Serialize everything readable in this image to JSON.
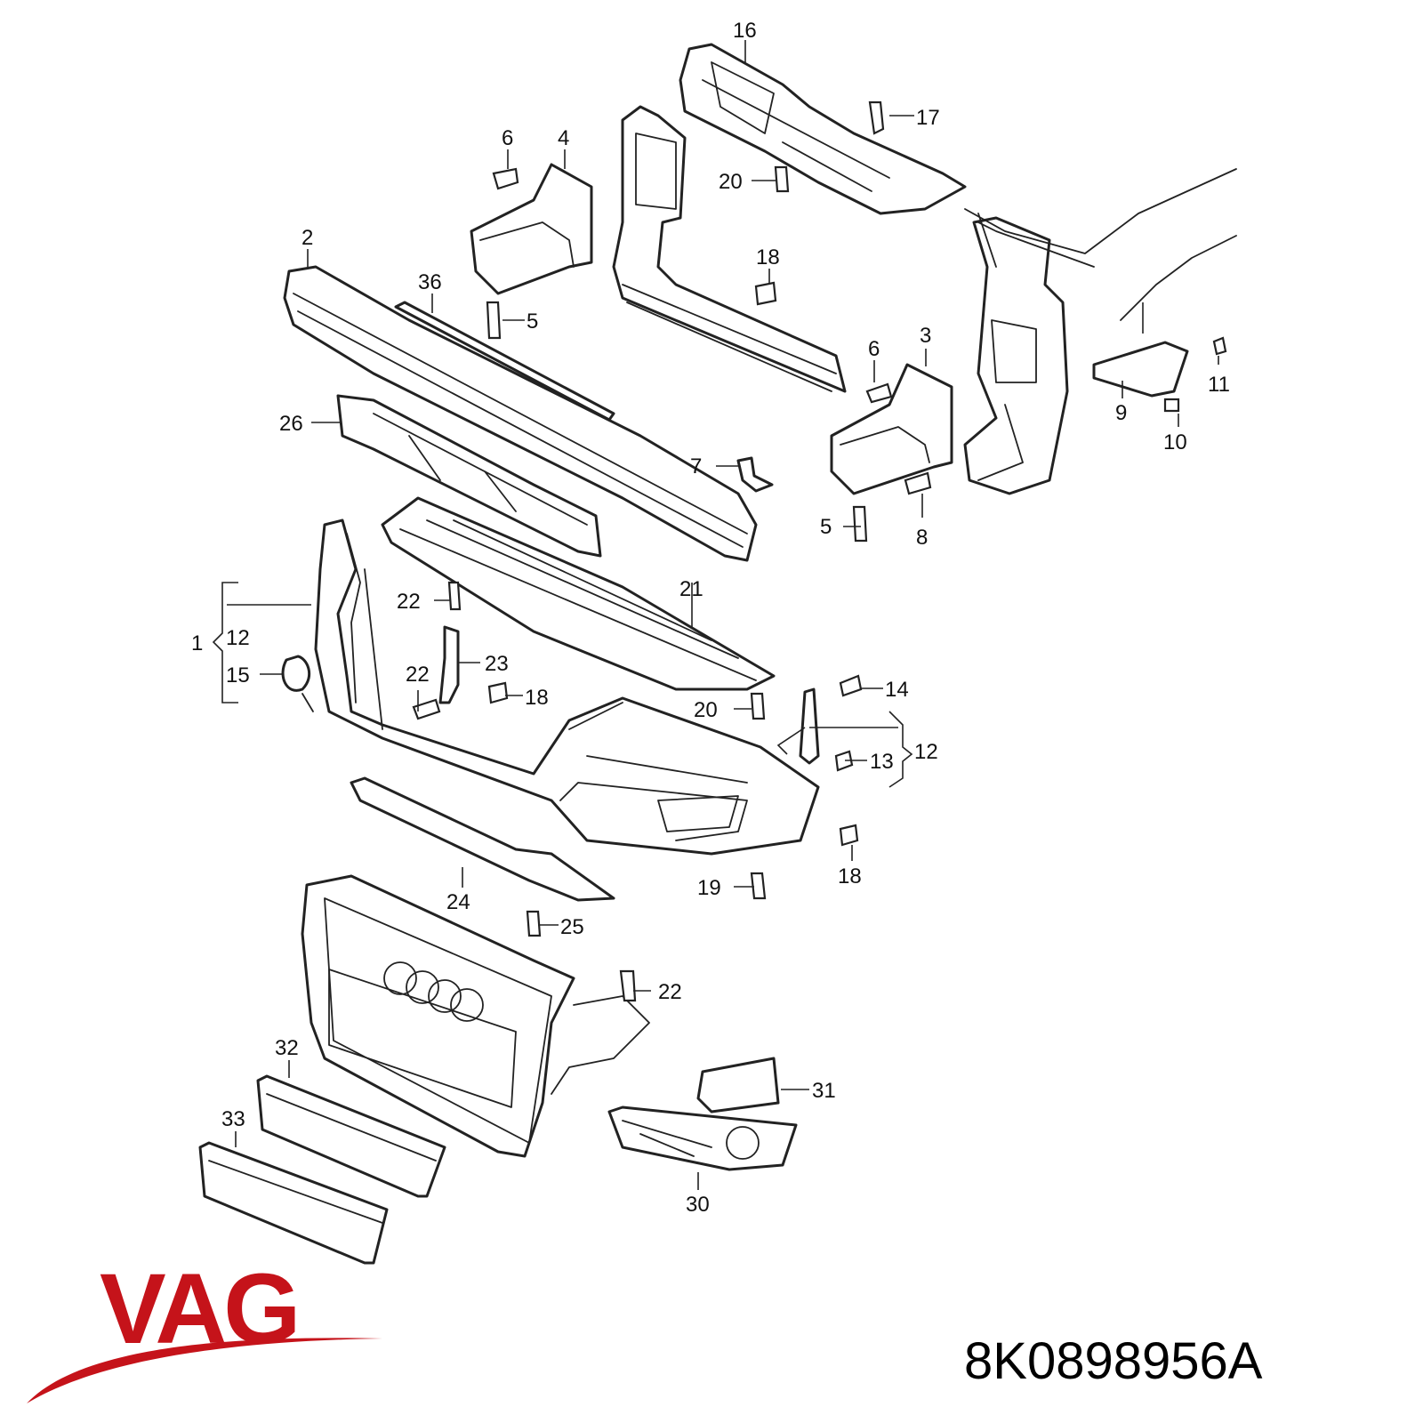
{
  "labels": {
    "l1": "1",
    "l2": "2",
    "l3": "3",
    "l4": "4",
    "l5a": "5",
    "l5b": "5",
    "l6a": "6",
    "l6b": "6",
    "l7": "7",
    "l8": "8",
    "l9": "9",
    "l10": "10",
    "l11": "11",
    "l12a": "12",
    "l12b": "12",
    "l13": "13",
    "l14": "14",
    "l15": "15",
    "l16": "16",
    "l17": "17",
    "l18a": "18",
    "l18b": "18",
    "l18c": "18",
    "l19": "19",
    "l20a": "20",
    "l20b": "20",
    "l21": "21",
    "l22a": "22",
    "l22b": "22",
    "l22c": "22",
    "l23": "23",
    "l24": "24",
    "l25": "25",
    "l26": "26",
    "l30": "30",
    "l31": "31",
    "l32": "32",
    "l33": "33",
    "l36": "36"
  },
  "brand": {
    "logo_text": "VAG",
    "color": "#c5131a"
  },
  "part_number": "8K0898956A"
}
